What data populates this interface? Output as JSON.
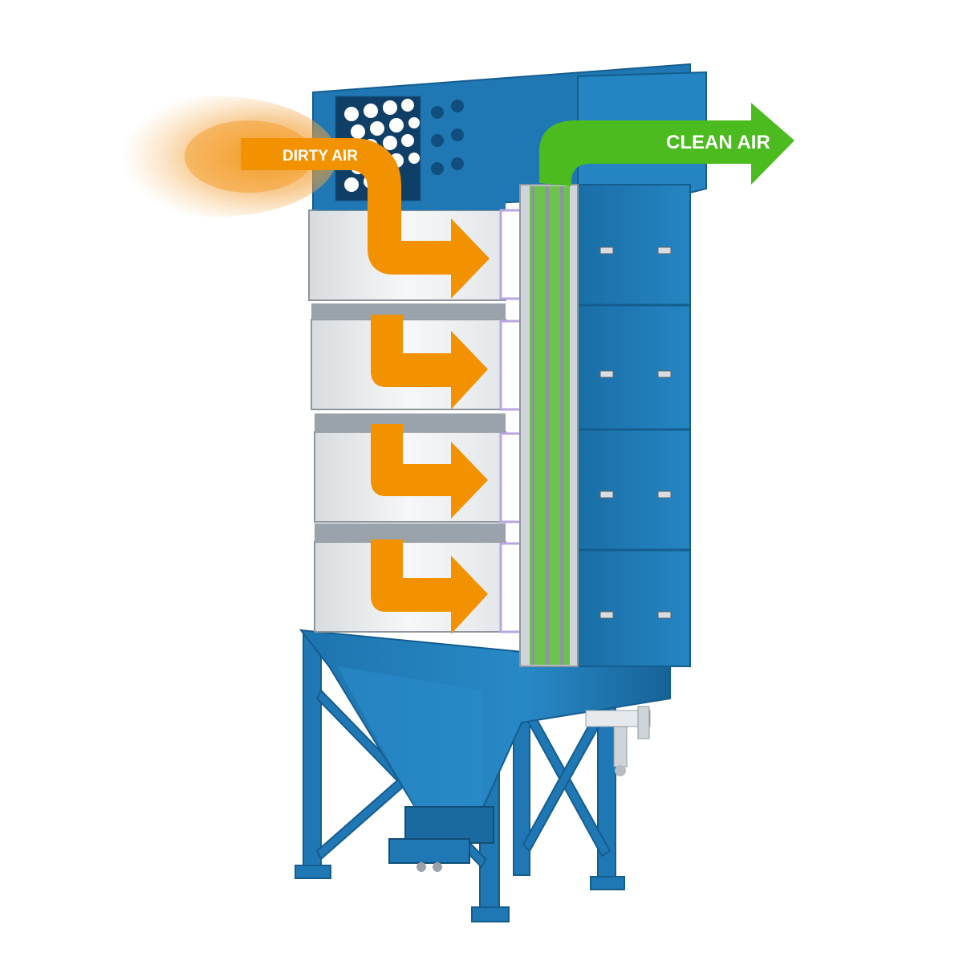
{
  "diagram": {
    "labels": {
      "dirty_air": "DIRTY AIR",
      "clean_air": "CLEAN AIR"
    },
    "filter_modules": 4,
    "colors": {
      "housing_blue": "#1f78b4",
      "housing_blue_dark": "#145d8f",
      "housing_blue_light": "#2a8cc9",
      "dirty_air_orange": "#f39200",
      "dust_orange": "#f2a13a",
      "clean_air_green": "#4cbb1f",
      "filter_white": "#eef0f1",
      "steel_grey": "#a7adb3",
      "seal_lavender": "#b9a6e0"
    },
    "icons": [
      "dust-cloud",
      "dirty-air-arrow",
      "clean-air-arrow",
      "module-handle"
    ]
  }
}
